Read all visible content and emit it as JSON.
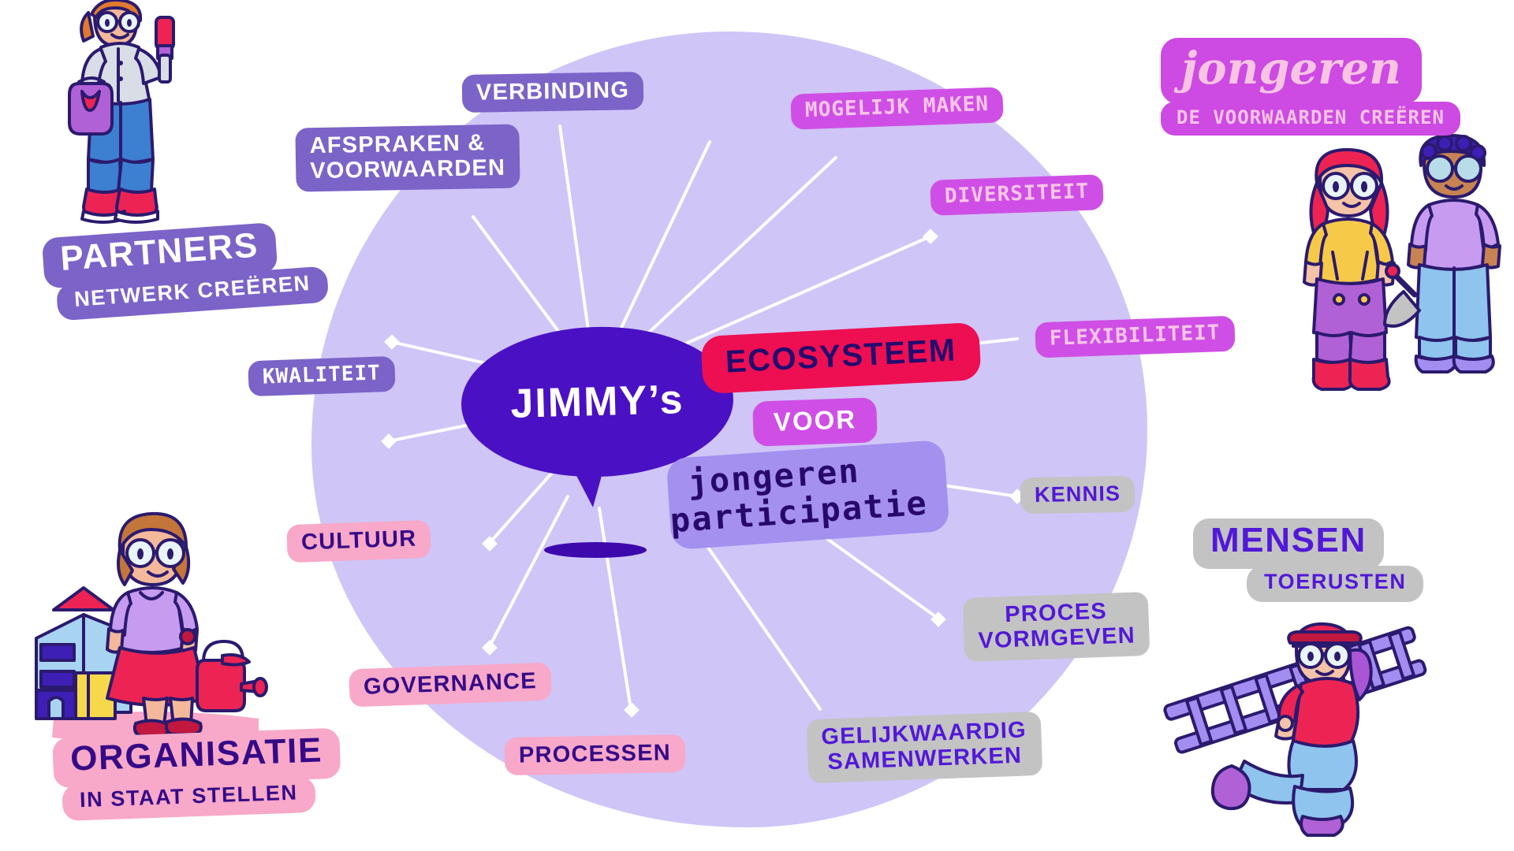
{
  "title": "Jimmy's ecosysteem voor jongerenparticipatie",
  "center": {
    "bubble_label": "JIMMY’s",
    "headline_1": "ECOSYSTEEM",
    "headline_2": "VOOR",
    "headline_3_line1": "jongeren",
    "headline_3_line2": "participatie"
  },
  "corner_cards": [
    {
      "id": "partners",
      "title": "PARTNERS",
      "subtitle": "NETWERK CREËREN",
      "bg": "#7b63c8",
      "fg": "#ffffff"
    },
    {
      "id": "jongeren",
      "title": "jongeren",
      "subtitle_line1": "DE VOORWAARDEN",
      "subtitle_line2": "CREËREN",
      "bg": "#cd4ae3",
      "fg": "#f9c4e2"
    },
    {
      "id": "organisatie",
      "title": "ORGANISATIE",
      "subtitle": "IN STAAT STELLEN",
      "bg": "#f8a8c8",
      "fg": "#350a87"
    },
    {
      "id": "mensen",
      "title": "MENSEN",
      "subtitle": "TOERUSTEN",
      "bg": "#c3c3c3",
      "fg": "#5218d8"
    }
  ],
  "chips": [
    {
      "id": "verbinding",
      "label": "VERBINDING",
      "theme": "t-purple",
      "font": "disp"
    },
    {
      "id": "afspraken",
      "label_line1": "AFSPRAKEN &",
      "label_line2": "VOORWAARDEN",
      "theme": "t-purple",
      "font": "disp"
    },
    {
      "id": "mogelijk",
      "label": "MOGELIJK MAKEN",
      "theme": "t-magenta",
      "font": "mono"
    },
    {
      "id": "diversiteit",
      "label": "DIVERSITEIT",
      "theme": "t-magenta",
      "font": "mono"
    },
    {
      "id": "flexibiliteit",
      "label": "FLEXIBILITEIT",
      "theme": "t-magenta",
      "font": "mono"
    },
    {
      "id": "kwaliteit",
      "label": "KWALITEIT",
      "theme": "t-purple",
      "font": "mono"
    },
    {
      "id": "kennis",
      "label": "KENNIS",
      "theme": "t-gray",
      "font": "disp"
    },
    {
      "id": "cultuur",
      "label": "CULTUUR",
      "theme": "t-pink",
      "font": "disp"
    },
    {
      "id": "proces",
      "label_line1": "PROCES",
      "label_line2": "VORMGEVEN",
      "theme": "t-gray",
      "font": "disp"
    },
    {
      "id": "governance",
      "label": "GOVERNANCE",
      "theme": "t-pink",
      "font": "disp"
    },
    {
      "id": "processen",
      "label": "PROCESSEN",
      "theme": "t-pink",
      "font": "disp"
    },
    {
      "id": "gelijkwaardig",
      "label_line1": "GELIJKWAARDIG",
      "label_line2": "SAMENWERKEN",
      "theme": "t-gray",
      "font": "disp"
    }
  ],
  "colors": {
    "blob": "#cfc5f7",
    "deep_purple": "#4a10c4",
    "navy": "#230b6e",
    "crimson": "#ed0f52",
    "magenta": "#cf4fe6",
    "lilac": "#a490ef",
    "pink": "#f8a8c8",
    "gray": "#c3c3c3",
    "line": "#ffffff"
  },
  "illustrations": [
    {
      "id": "painter",
      "desc": "person with paint brush and paint bucket"
    },
    {
      "id": "gardener",
      "desc": "person with watering can beside office buildings"
    },
    {
      "id": "duo",
      "desc": "two young people with a shovel"
    },
    {
      "id": "ladder",
      "desc": "person carrying a ladder"
    }
  ]
}
